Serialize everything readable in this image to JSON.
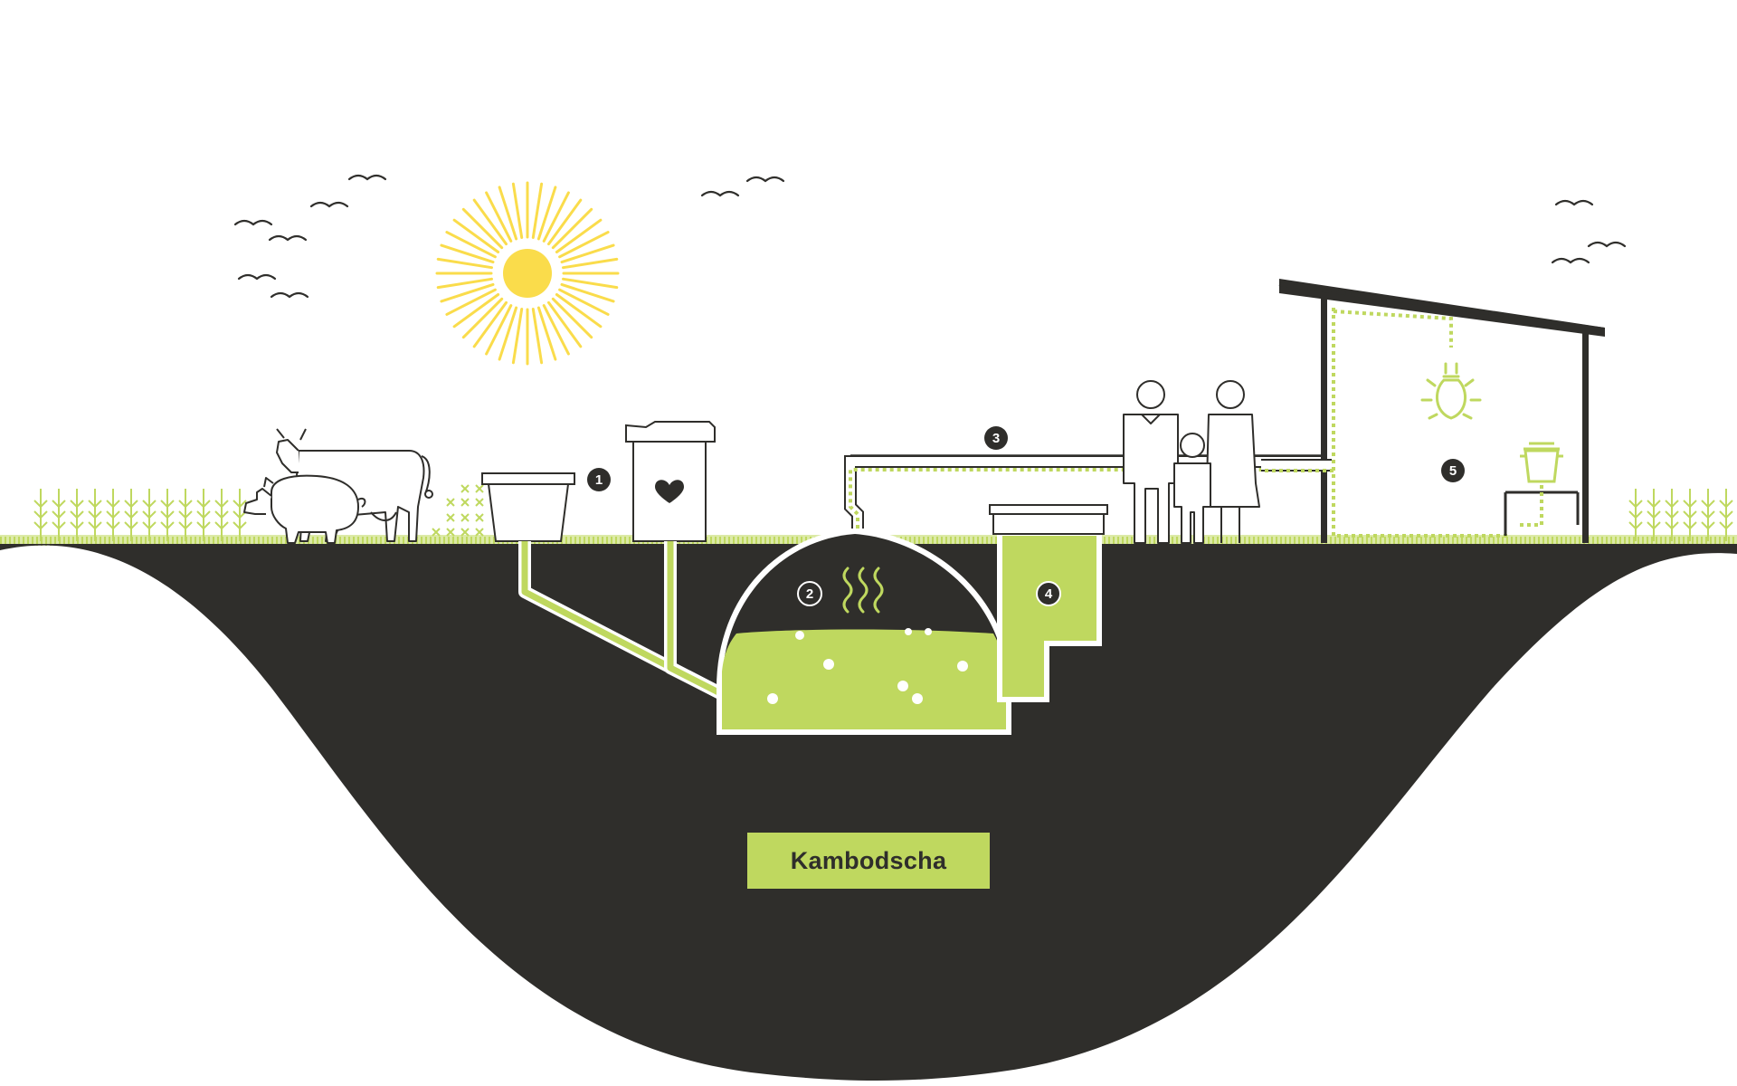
{
  "diagram": {
    "colors": {
      "ground": "#2f2e2b",
      "accent_green": "#bfd85f",
      "sun": "#fadc4b",
      "line": "#2f2e2b",
      "background": "#ffffff"
    },
    "markers": [
      "1",
      "2",
      "3",
      "4",
      "5"
    ],
    "country_label": "Kambodscha",
    "icons": [
      "sun-icon",
      "bird-icon",
      "cow-icon",
      "pig-icon",
      "crop-icon",
      "inlet-bucket-icon",
      "latrine-icon",
      "heart-icon",
      "digester-dome-icon",
      "gas-waves-icon",
      "gas-pipe",
      "expansion-chamber-icon",
      "family-icon",
      "shelter-roof-icon",
      "lightbulb-icon",
      "cooking-pot-icon"
    ]
  }
}
